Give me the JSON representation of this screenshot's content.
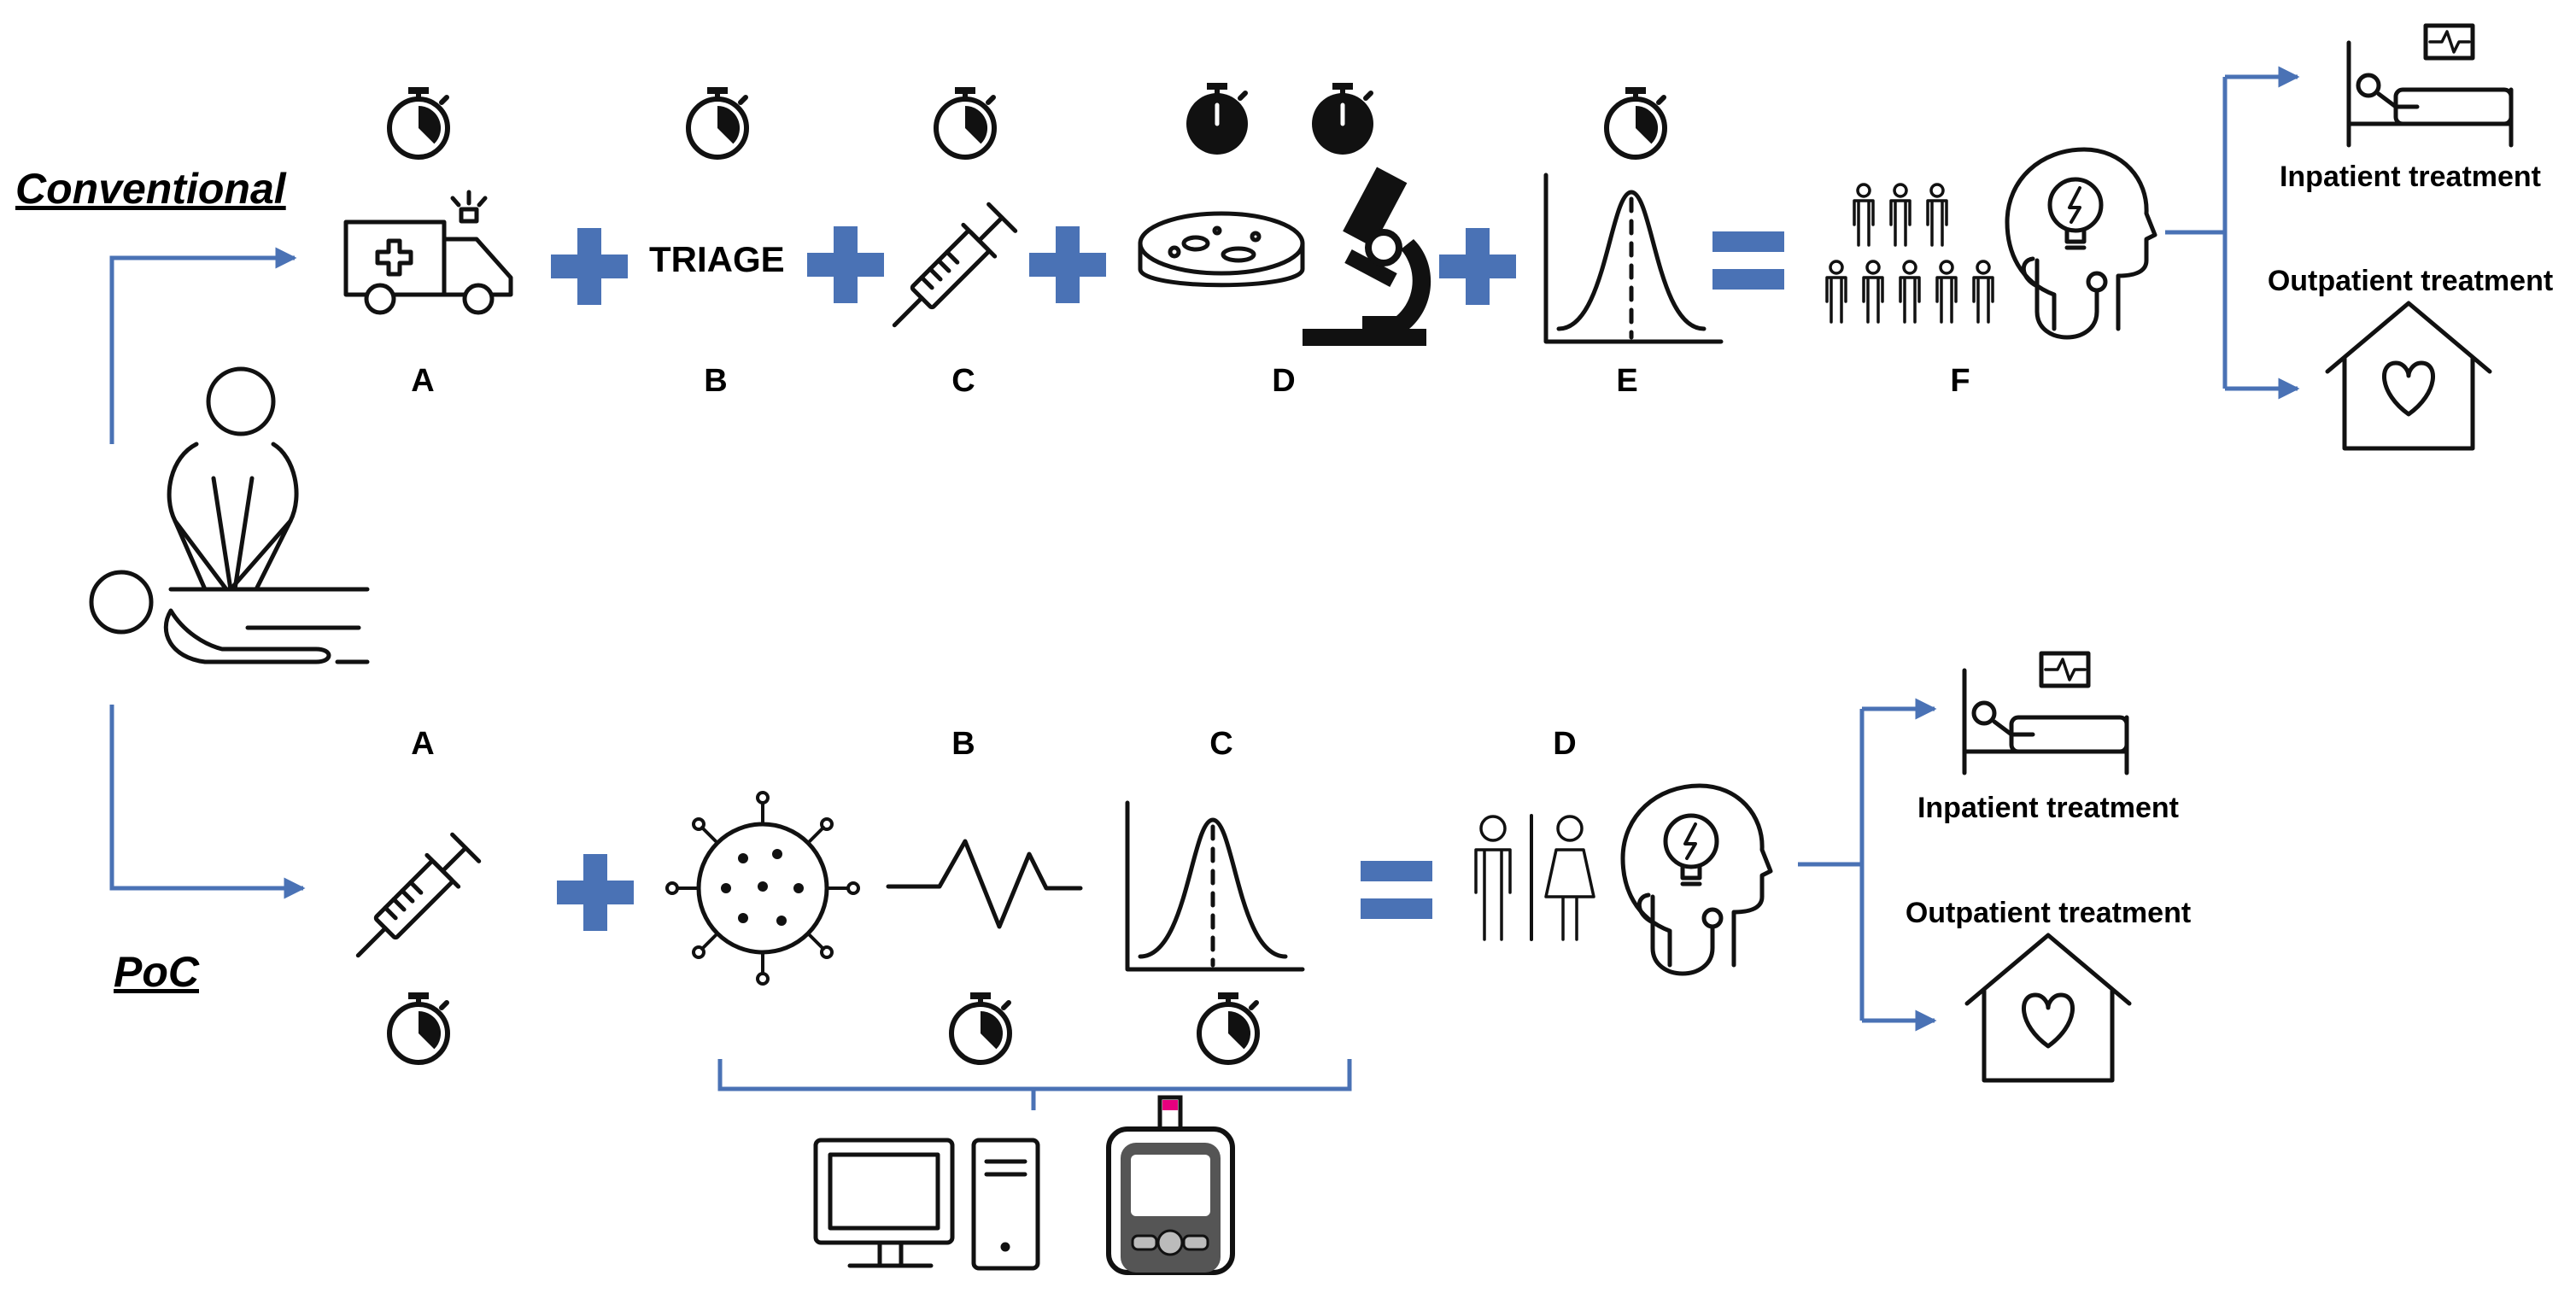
{
  "conventional": {
    "title": "Conventional",
    "triage_text": "TRIAGE",
    "step_letters": [
      "A",
      "B",
      "C",
      "D",
      "E",
      "F"
    ],
    "outcomes": {
      "inpatient": "Inpatient treatment",
      "outpatient": "Outpatient treatment"
    }
  },
  "poc": {
    "title": "PoC",
    "step_letters": [
      "A",
      "B",
      "C",
      "D"
    ],
    "outcomes": {
      "inpatient": "Inpatient treatment",
      "outpatient": "Outpatient treatment"
    }
  },
  "colors": {
    "accent": "#4a72b5",
    "icon": "#111111",
    "marker": "#e6007e"
  },
  "icons": [
    "stopwatch-icon",
    "ambulance-icon",
    "syringe-icon",
    "petri-dish-icon",
    "microscope-icon",
    "bell-curve-icon",
    "people-group-icon",
    "doctor-head-icon",
    "hospital-bed-icon",
    "home-heart-icon",
    "cpr-icon",
    "virus-icon",
    "signal-wave-icon",
    "computer-icon",
    "glucometer-icon"
  ]
}
